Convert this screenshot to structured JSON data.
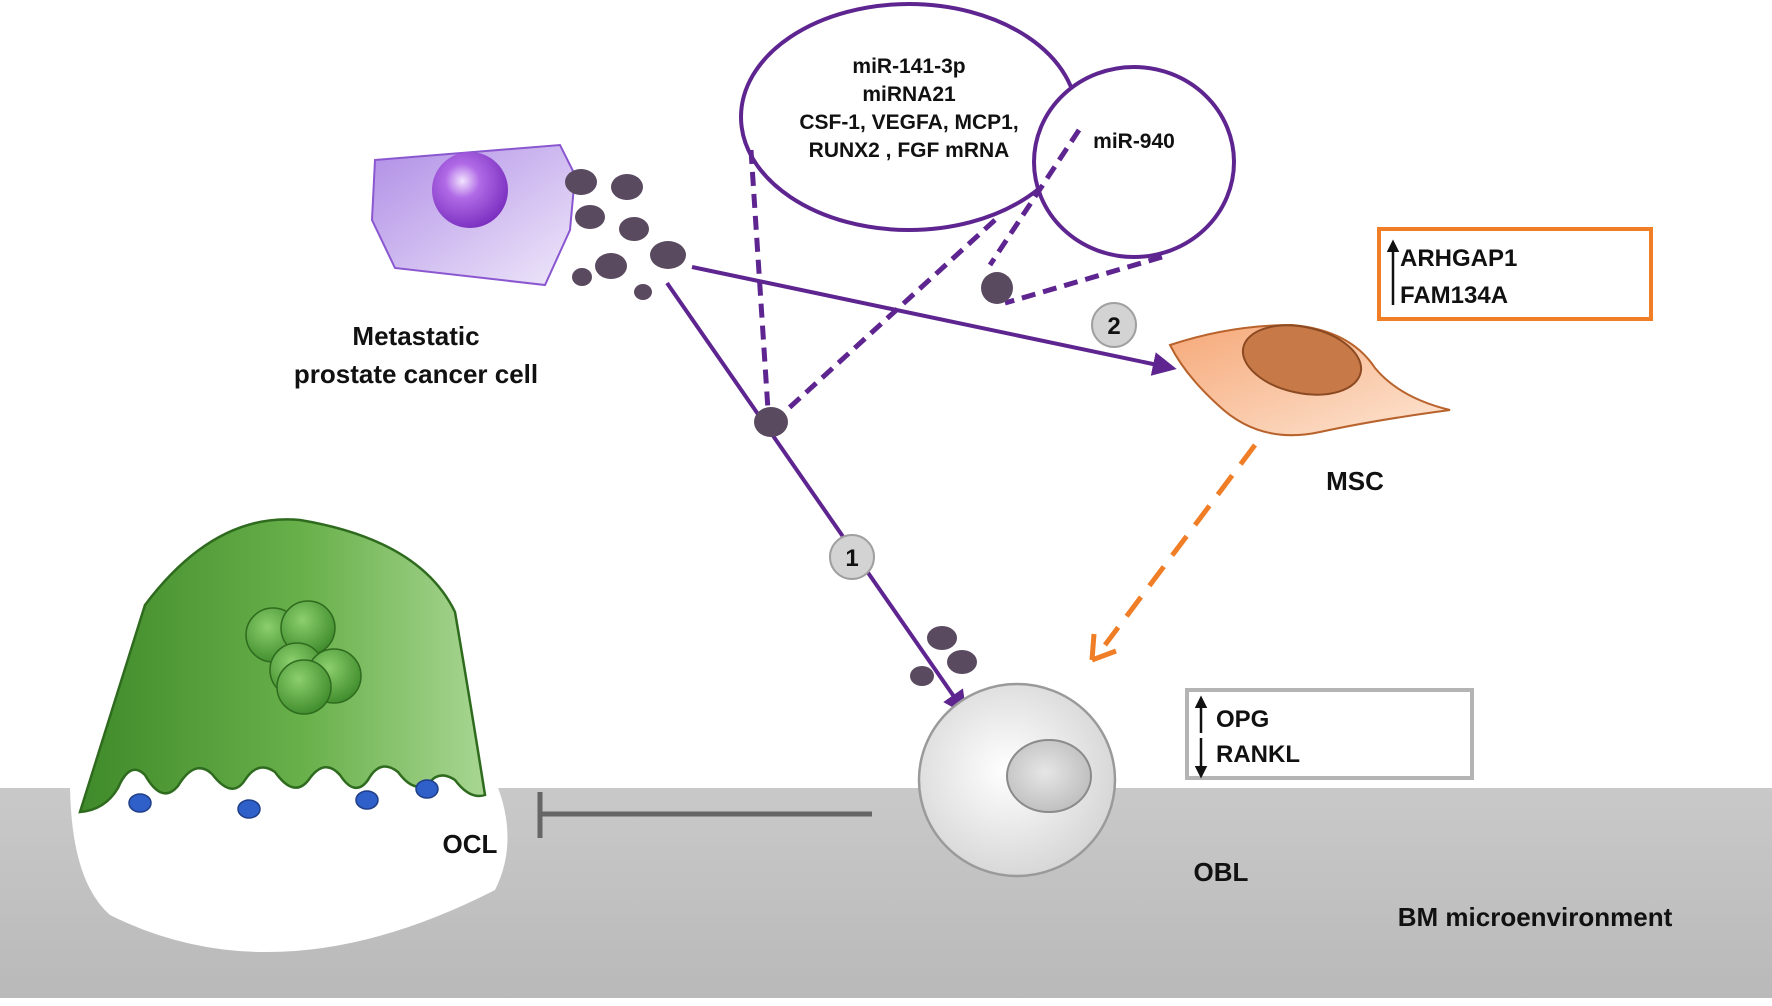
{
  "labels": {
    "cancer_line1": "Metastatic",
    "cancer_line2": "prostate cancer cell",
    "msc": "MSC",
    "ocl": "OCL",
    "obl": "OBL",
    "bm": "BM microenvironment"
  },
  "vesicle1_cargo": [
    "miR-141-3p",
    "miRNA21",
    "CSF-1, VEGFA, MCP1,",
    "RUNX2 , FGF mRNA"
  ],
  "vesicle2_cargo": [
    "miR-940"
  ],
  "pathway_markers": [
    "1",
    "2"
  ],
  "msc_genes": {
    "direction": "up",
    "items": [
      "ARHGAP1",
      "FAM134A"
    ]
  },
  "obl_genes": {
    "items": [
      {
        "name": "OPG",
        "direction": "up"
      },
      {
        "name": "RANKL",
        "direction": "down"
      }
    ]
  },
  "colors": {
    "pathway": "#5e2590",
    "exosome": "#5a4a60",
    "msc_path": "#f07e26",
    "msc_box": "#f07e26",
    "obl_box": "#b4b4b4",
    "bone": "#c4c4c4",
    "ocl": "#5aa23d",
    "ocl_nuclei_dots": "#2f5fc8",
    "cancer_cell": "#b79ae6",
    "msc_cell": "#f2a577"
  }
}
